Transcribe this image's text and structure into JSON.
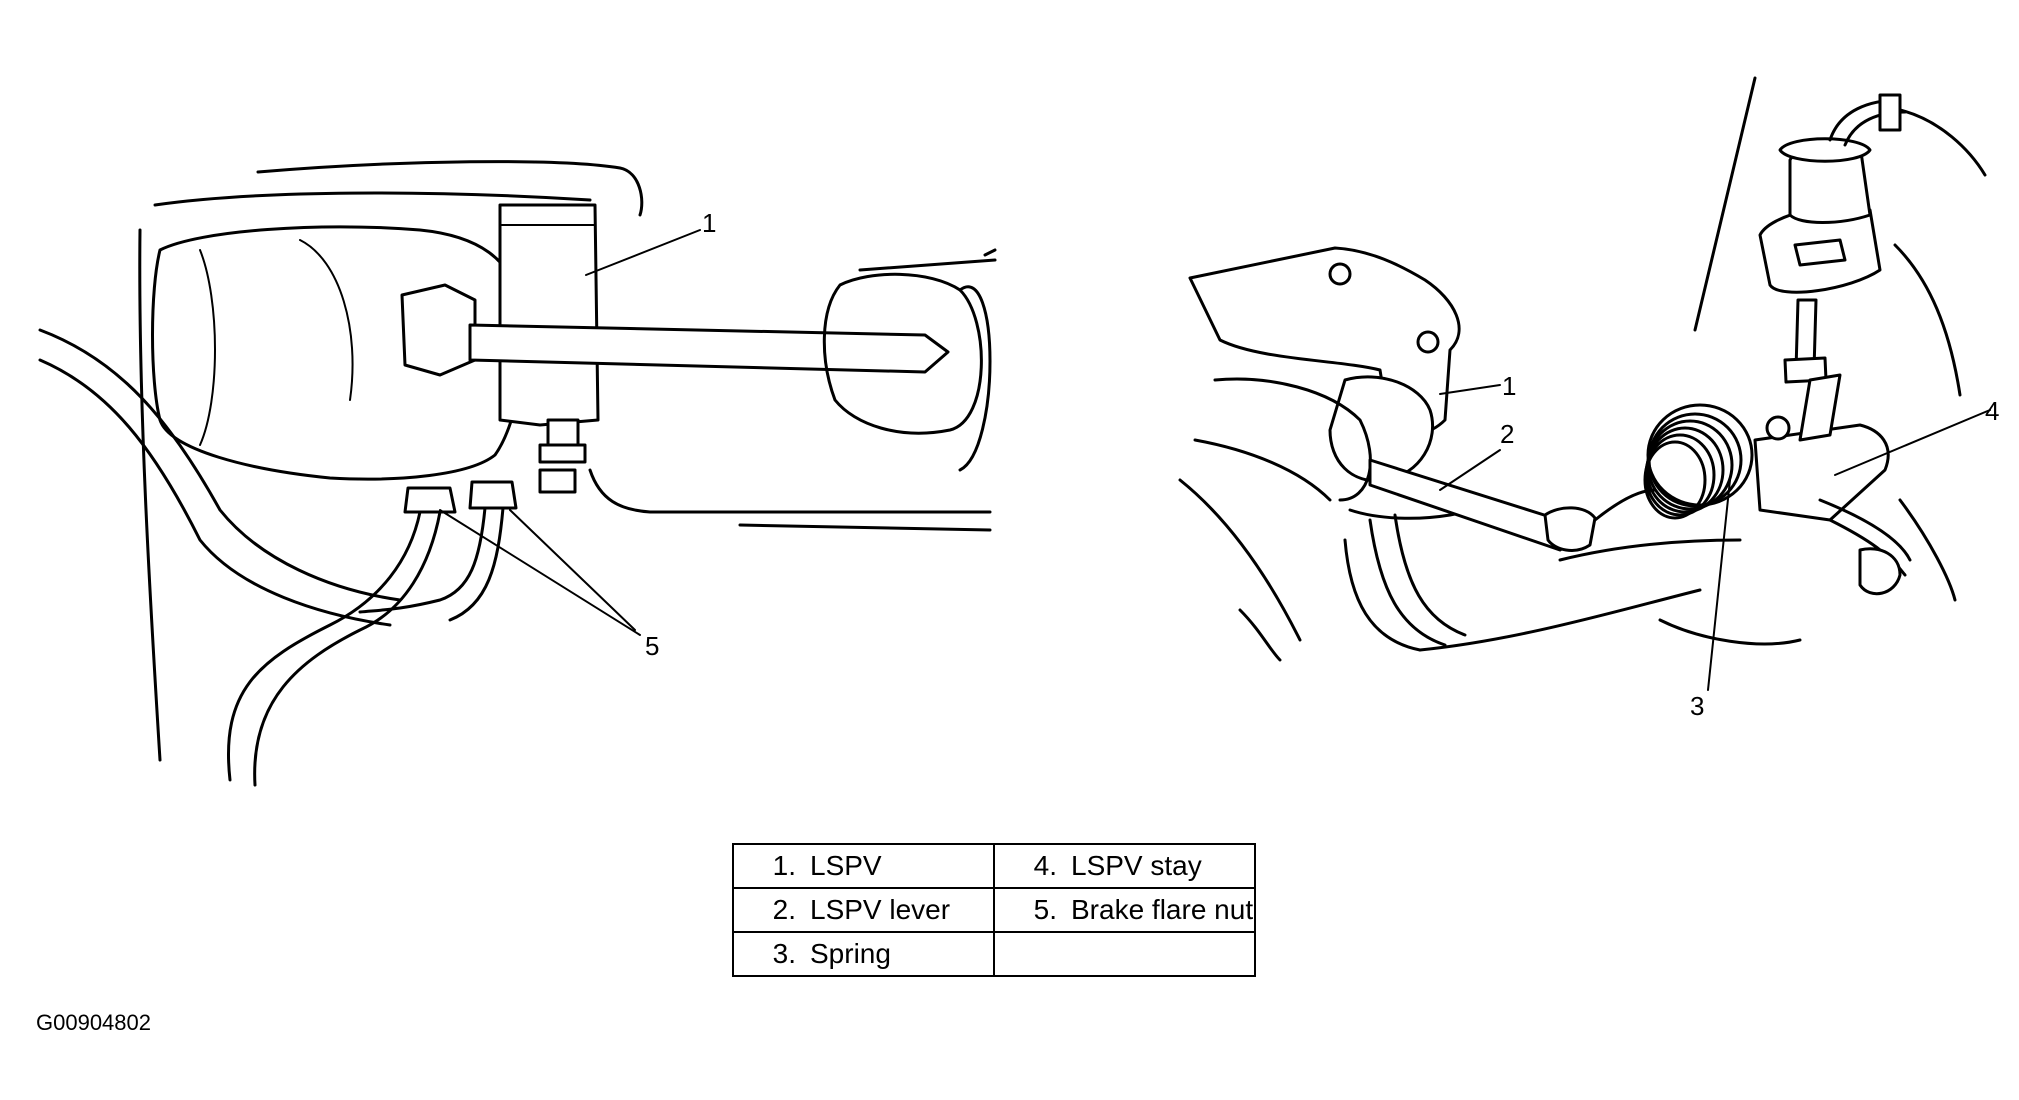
{
  "callouts": {
    "left_1": "1",
    "left_5": "5",
    "right_1": "1",
    "right_2": "2",
    "right_3": "3",
    "right_4": "4"
  },
  "legend": {
    "rows": [
      [
        {
          "num": "1.",
          "label": "LSPV"
        },
        {
          "num": "4.",
          "label": "LSPV stay"
        }
      ],
      [
        {
          "num": "2.",
          "label": "LSPV lever"
        },
        {
          "num": "5.",
          "label": "Brake flare nut"
        }
      ],
      [
        {
          "num": "3.",
          "label": "Spring"
        },
        {
          "num": "",
          "label": ""
        }
      ]
    ]
  },
  "figure_id": "G00904802"
}
